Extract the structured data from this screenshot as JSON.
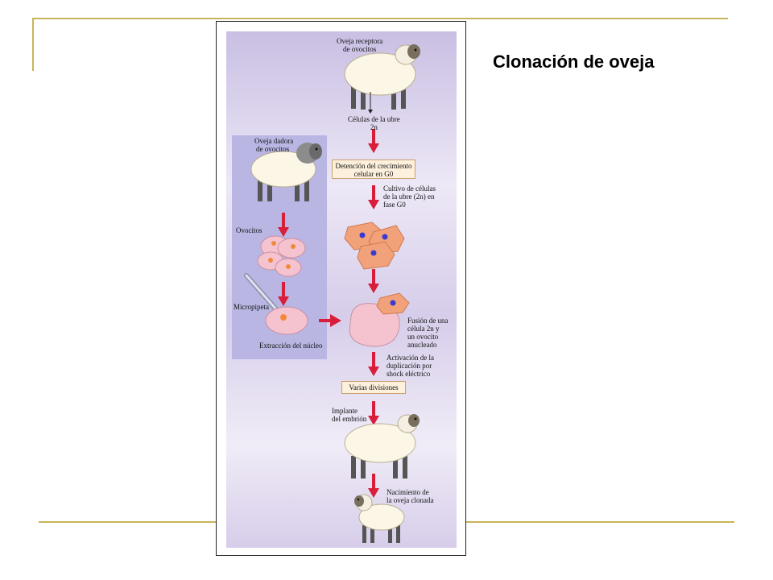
{
  "slide": {
    "title": "Clonación de oveja"
  },
  "diagram": {
    "recipient_sheep": [
      "Oveja receptora",
      "de ovocitos"
    ],
    "udder_cells": [
      "Células de la ubre",
      "2n"
    ],
    "donor_sheep": [
      "Oveja dadora",
      "de ovocitos"
    ],
    "growth_arrest": [
      "Detención del crecimiento",
      "celular en G0"
    ],
    "culture": [
      "Cultivo de células",
      "de la ubre (2n) en",
      "fase G0"
    ],
    "oocytes": "Ovocitos",
    "micropipette": "Micropipeta",
    "nucleus_extraction": "Extracción del núcleo",
    "fusion": [
      "Fusión de una",
      "célula 2n y",
      "un ovocito",
      "anucleado"
    ],
    "activation": [
      "Activación de la",
      "duplicación por",
      "shock eléctrico"
    ],
    "divisions": "Varias divisiones",
    "implant": [
      "Implante",
      "del embrión"
    ],
    "birth": [
      "Nacimiento de",
      "la oveja clonada"
    ]
  },
  "colors": {
    "accent_rule": "#c8b45a",
    "arrow": "#d81e3a",
    "panel": "#d8d0ec",
    "donor_panel": "#b9b6e4",
    "cell_fill": "#f2a27a",
    "oocyte_fill": "#f5c3d0",
    "label_box": "#fdf0dc"
  }
}
